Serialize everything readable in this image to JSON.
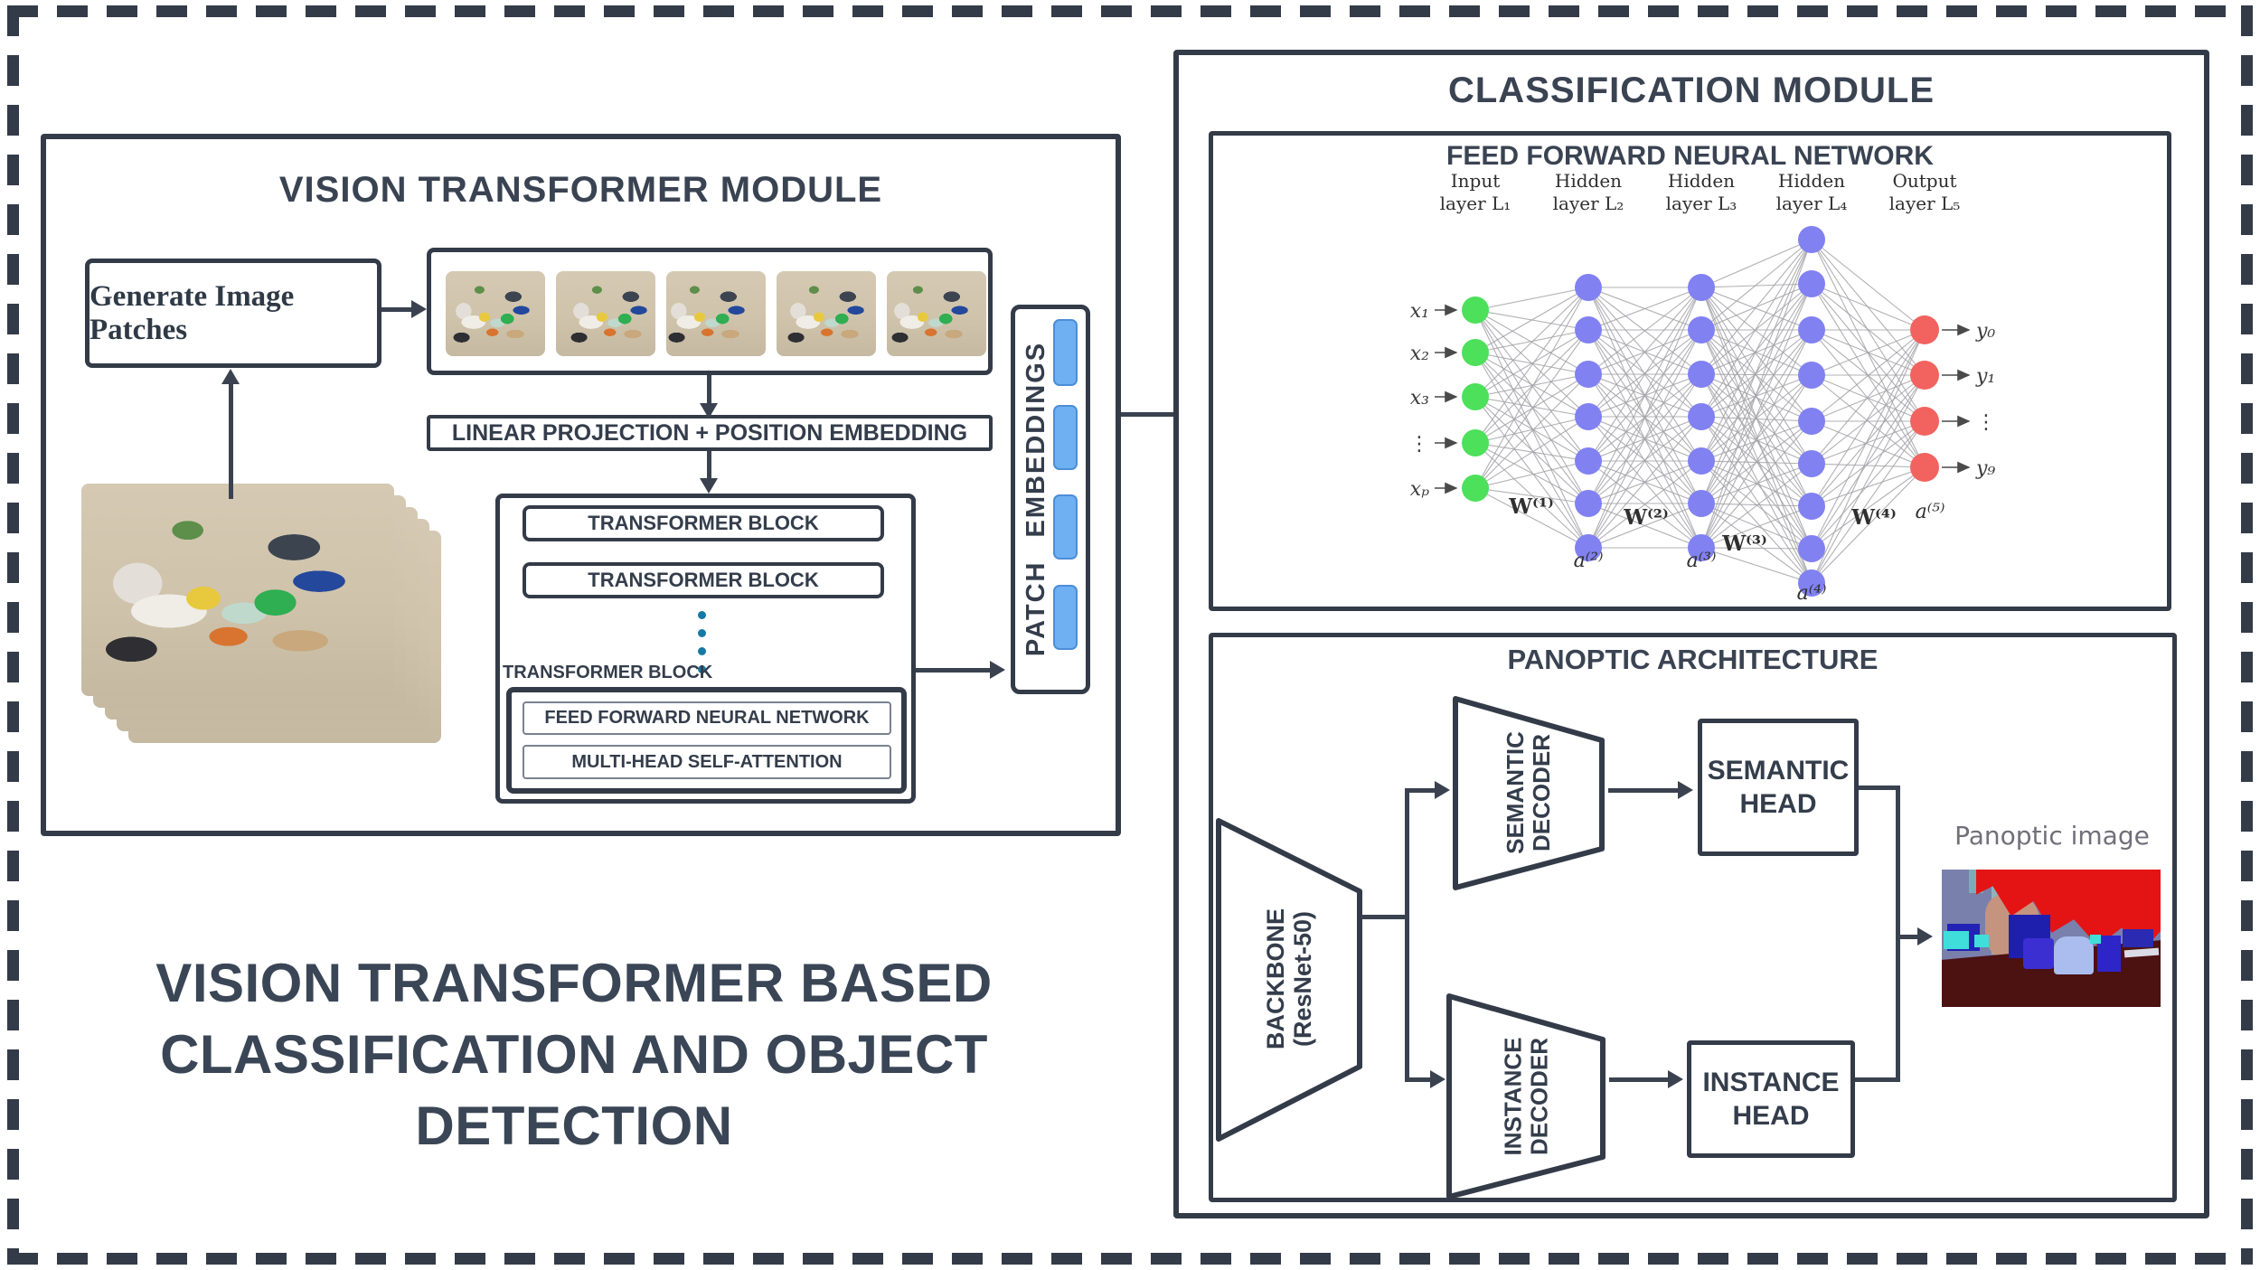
{
  "vt_module": {
    "title": "VISION TRANSFORMER MODULE",
    "generate_box_label": "Generate Image Patches",
    "linear_box_label": "LINEAR PROJECTION + POSITION EMBEDDING",
    "transformer_block_1": "TRANSFORMER BLOCK",
    "transformer_block_2": "TRANSFORMER BLOCK",
    "transformer_block_floating_label": "TRANSFORMER BLOCK",
    "ffn_label": "FEED FORWARD NEURAL NETWORK",
    "mhsa_label": "MULTI-HEAD SELF-ATTENTION",
    "patch_embeddings_label": "PATCH  EMBEDDINGS",
    "num_patches": 5,
    "num_embedding_tokens": 4,
    "embedding_token_color": "#6fb0f3",
    "dots_color": "#1579a5"
  },
  "classification_module": {
    "title": "CLASSIFICATION MODULE",
    "ffnn": {
      "title": "FEED FORWARD NEURAL NETWORK",
      "layer_headers": [
        [
          "Input",
          "layer L₁"
        ],
        [
          "Hidden",
          "layer L₂"
        ],
        [
          "Hidden",
          "layer L₃"
        ],
        [
          "Hidden",
          "layer L₄"
        ],
        [
          "Output",
          "layer L₅"
        ]
      ],
      "layer_node_counts": [
        5,
        7,
        7,
        9,
        4
      ],
      "layer_colors": [
        "#4ce05b",
        "#8181f2",
        "#8181f2",
        "#8181f2",
        "#f2635f"
      ],
      "input_labels": [
        "x₁",
        "x₂",
        "x₃",
        "⋮",
        "xₚ"
      ],
      "output_labels": [
        "y₀",
        "y₁",
        "⋮",
        "y₉"
      ],
      "weight_labels": [
        "W⁽¹⁾",
        "W⁽²⁾",
        "W⁽³⁾",
        "W⁽⁴⁾"
      ],
      "activation_labels": [
        "a⁽²⁾",
        "a⁽³⁾",
        "a⁽⁴⁾",
        "a⁽⁵⁾"
      ],
      "edge_color": "#a3a3a8"
    },
    "panoptic": {
      "title": "PANOPTIC ARCHITECTURE",
      "backbone": [
        "BACKBONE",
        "(ResNet-50)"
      ],
      "semantic_decoder": [
        "SEMANTIC",
        "DECODER"
      ],
      "instance_decoder": [
        "INSTANCE",
        "DECODER"
      ],
      "semantic_head": [
        "SEMANTIC",
        "HEAD"
      ],
      "instance_head": [
        "INSTANCE",
        "HEAD"
      ],
      "panoptic_caption": "Panoptic image"
    }
  },
  "footer_title": {
    "line1": "VISION TRANSFORMER BASED",
    "line2": "CLASSIFICATION AND OBJECT",
    "line3": "DETECTION"
  },
  "colors": {
    "ink": "#343b48",
    "text": "#3a4352",
    "token_blue": "#6fb0f3",
    "dot_teal": "#1579a5",
    "node_green": "#4ce05b",
    "node_purple": "#8181f2",
    "node_red": "#f2635f"
  }
}
